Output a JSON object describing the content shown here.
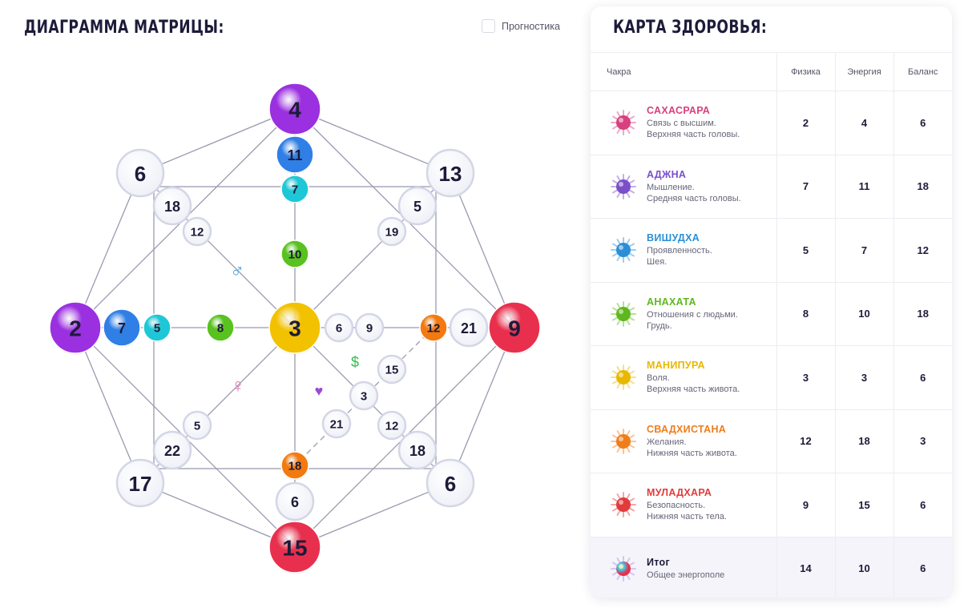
{
  "matrix": {
    "title": "ДИАГРАММА МАТРИЦЫ:",
    "prognostic_label": "Прогностика",
    "nodes": [
      {
        "id": "top",
        "v": "4",
        "color": "violet",
        "size": "xl"
      },
      {
        "id": "top-2",
        "v": "11",
        "color": "blue",
        "size": "m"
      },
      {
        "id": "top-3",
        "v": "7",
        "color": "cyan",
        "size": "s"
      },
      {
        "id": "top-4",
        "v": "10",
        "color": "green",
        "size": "s"
      },
      {
        "id": "left",
        "v": "2",
        "color": "violet",
        "size": "xl"
      },
      {
        "id": "left-2",
        "v": "7",
        "color": "blue",
        "size": "m"
      },
      {
        "id": "left-3",
        "v": "5",
        "color": "cyan",
        "size": "s"
      },
      {
        "id": "left-4",
        "v": "8",
        "color": "green",
        "size": "s"
      },
      {
        "id": "center",
        "v": "3",
        "color": "yellow",
        "size": "xl"
      },
      {
        "id": "right",
        "v": "9",
        "color": "red",
        "size": "xl"
      },
      {
        "id": "right-2",
        "v": "21",
        "color": "white",
        "size": "m"
      },
      {
        "id": "right-3",
        "v": "12",
        "color": "orange",
        "size": "s"
      },
      {
        "id": "center-r1",
        "v": "6",
        "color": "white",
        "size": "s"
      },
      {
        "id": "center-r2",
        "v": "9",
        "color": "white",
        "size": "s"
      },
      {
        "id": "bottom",
        "v": "15",
        "color": "red",
        "size": "xl"
      },
      {
        "id": "bottom-2",
        "v": "6",
        "color": "white",
        "size": "m"
      },
      {
        "id": "bottom-3",
        "v": "18",
        "color": "orange",
        "size": "s"
      },
      {
        "id": "tl",
        "v": "6",
        "color": "white",
        "size": "l"
      },
      {
        "id": "tl-2",
        "v": "18",
        "color": "white",
        "size": "m"
      },
      {
        "id": "tl-3",
        "v": "12",
        "color": "white",
        "size": "s"
      },
      {
        "id": "tr",
        "v": "13",
        "color": "white",
        "size": "l"
      },
      {
        "id": "tr-2",
        "v": "5",
        "color": "white",
        "size": "m"
      },
      {
        "id": "tr-3",
        "v": "19",
        "color": "white",
        "size": "s"
      },
      {
        "id": "bl",
        "v": "17",
        "color": "white",
        "size": "l"
      },
      {
        "id": "bl-2",
        "v": "22",
        "color": "white",
        "size": "m"
      },
      {
        "id": "bl-3",
        "v": "5",
        "color": "white",
        "size": "s"
      },
      {
        "id": "br",
        "v": "6",
        "color": "white",
        "size": "l"
      },
      {
        "id": "br-2",
        "v": "18",
        "color": "white",
        "size": "m"
      },
      {
        "id": "br-3",
        "v": "12",
        "color": "white",
        "size": "s"
      },
      {
        "id": "money-1",
        "v": "15",
        "color": "white",
        "size": "s"
      },
      {
        "id": "money-2",
        "v": "3",
        "color": "white",
        "size": "s"
      },
      {
        "id": "money-3",
        "v": "21",
        "color": "white",
        "size": "s"
      }
    ],
    "symbols": {
      "male": "♂",
      "female": "♀",
      "money": "$",
      "heart": "♥"
    },
    "colors": {
      "violet": "#9b30e0",
      "blue": "#2f7fe6",
      "cyan": "#1ec7d6",
      "green": "#58c21e",
      "yellow": "#f2c200",
      "orange": "#f27a10",
      "red": "#e8304e",
      "white": "#ffffff",
      "line": "#9a9ab0",
      "male": "#4aa6e8",
      "female": "#e86bb0",
      "money": "#2fbf4a",
      "heart": "#9b4ad6"
    }
  },
  "health": {
    "title": "КАРТА ЗДОРОВЬЯ:",
    "headers": {
      "chakra": "Чакра",
      "physics": "Физика",
      "energy": "Энергия",
      "balance": "Баланс"
    },
    "rows": [
      {
        "name": "САХАСРАРА",
        "color": "#d8407f",
        "desc1": "Связь с высшим.",
        "desc2": "Верхняя часть головы.",
        "physics": "2",
        "energy": "4",
        "balance": "6",
        "icon": "sahasrara-icon"
      },
      {
        "name": "АДЖНА",
        "color": "#7b4fc9",
        "desc1": "Мышление.",
        "desc2": "Средняя часть головы.",
        "physics": "7",
        "energy": "11",
        "balance": "18",
        "icon": "ajna-icon"
      },
      {
        "name": "ВИШУДХА",
        "color": "#2a8fd6",
        "desc1": "Проявленность.",
        "desc2": "Шея.",
        "physics": "5",
        "energy": "7",
        "balance": "12",
        "icon": "vishuddha-icon"
      },
      {
        "name": "АНАХАТА",
        "color": "#5fb71e",
        "desc1": "Отношения с людьми.",
        "desc2": "Грудь.",
        "physics": "8",
        "energy": "10",
        "balance": "18",
        "icon": "anahata-icon"
      },
      {
        "name": "МАНИПУРА",
        "color": "#e8b800",
        "desc1": "Воля.",
        "desc2": "Верхняя часть живота.",
        "physics": "3",
        "energy": "3",
        "balance": "6",
        "icon": "manipura-icon"
      },
      {
        "name": "СВАДХИСТАНА",
        "color": "#ef7d1a",
        "desc1": "Желания.",
        "desc2": "Нижняя часть живота.",
        "physics": "12",
        "energy": "18",
        "balance": "3",
        "icon": "svadhisthana-icon"
      },
      {
        "name": "МУЛАДХАРА",
        "color": "#e23b3b",
        "desc1": "Безопасность.",
        "desc2": "Нижняя часть тела.",
        "physics": "9",
        "energy": "15",
        "balance": "6",
        "icon": "muladhara-icon"
      }
    ],
    "total": {
      "name": "Итог",
      "desc1": "Общее энергополе",
      "physics": "14",
      "energy": "10",
      "balance": "6",
      "icon": "total-icon"
    }
  }
}
